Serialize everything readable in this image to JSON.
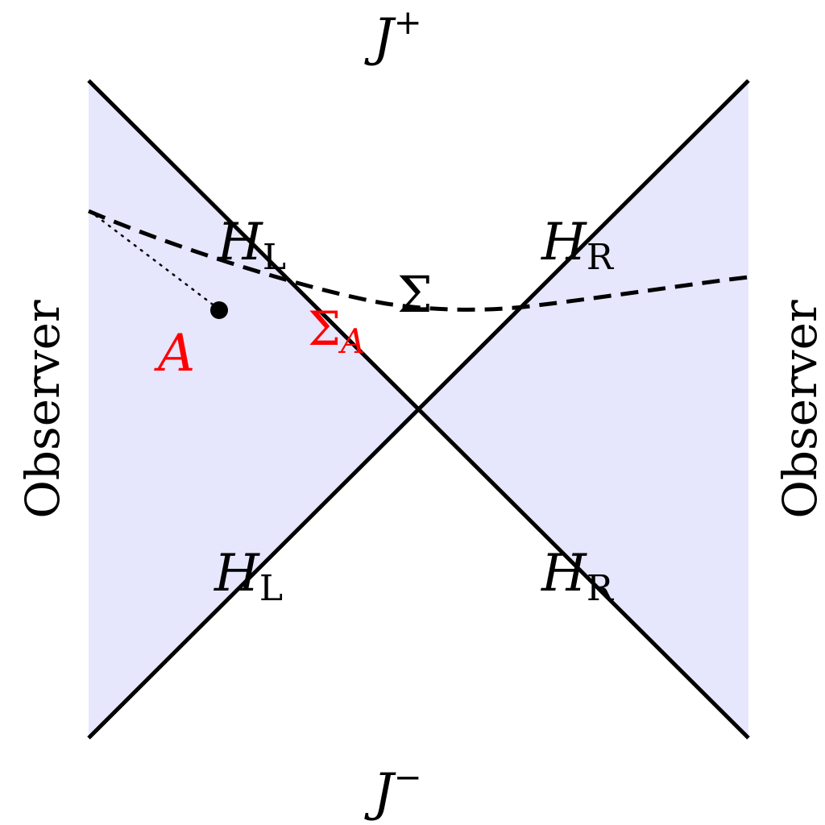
{
  "labels": {
    "scri_plus": {
      "base": "J",
      "sup": "+"
    },
    "scri_minus": {
      "base": "J",
      "sup": "−"
    },
    "observer_left": "Observer",
    "observer_right": "Observer",
    "horizon_left_upper": {
      "base": "H",
      "sub": "L"
    },
    "horizon_right_upper": {
      "base": "H",
      "sub": "R"
    },
    "horizon_left_lower": {
      "base": "H",
      "sub": "L"
    },
    "horizon_right_lower": {
      "base": "H",
      "sub": "R"
    },
    "sigma": "Σ",
    "sigma_a": {
      "base": "Σ",
      "sub": "A"
    },
    "point_a": "A"
  },
  "colors": {
    "wedge_fill": "#e6e6fd",
    "ink": "#000000",
    "highlight": "#ff0000"
  }
}
